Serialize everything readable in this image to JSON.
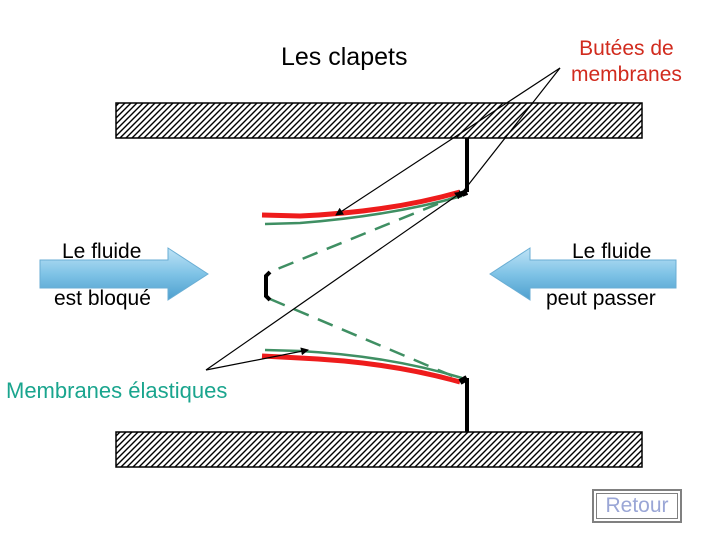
{
  "title": "Les  clapets",
  "butees": {
    "line1": "Butées de",
    "line2": "membranes"
  },
  "left_fluid": {
    "line1": "Le fluide",
    "line2": "est bloqué"
  },
  "right_fluid": {
    "line1": "Le fluide",
    "line2": "peut passer"
  },
  "membranes_label": "Membranes élastiques",
  "retour_label": "Retour",
  "colors": {
    "membrane_red": "#ee1c1c",
    "membrane_green": "#3f8f63",
    "arrow_blue": "#7fc3e6",
    "label_red": "#d12b1e",
    "label_teal": "#1aa58e",
    "retour_text": "#9aa6d6"
  }
}
